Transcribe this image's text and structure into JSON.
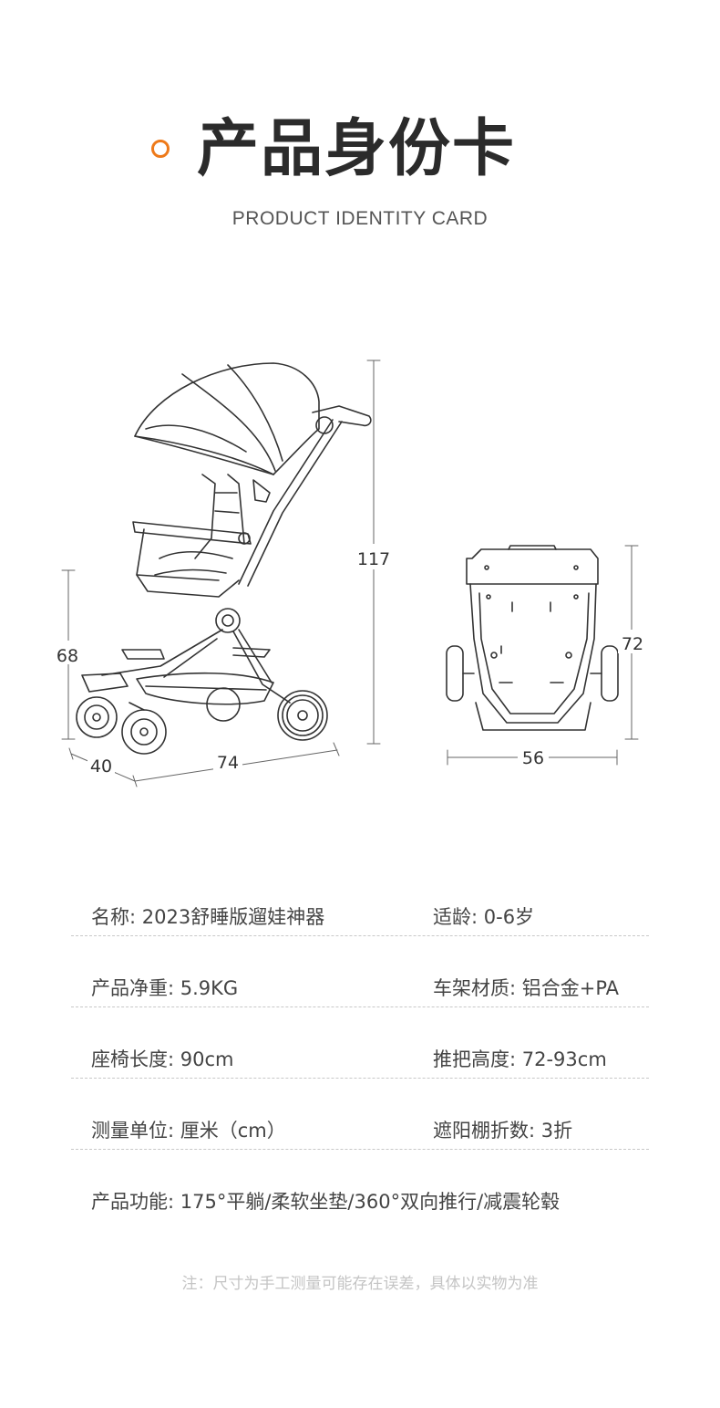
{
  "header": {
    "title": "产品身份卡",
    "subtitle": "PRODUCT IDENTITY CARD",
    "accent_color": "#ee7a1a"
  },
  "dimensions": {
    "side_height": "68",
    "total_height": "117",
    "wheel_depth": "40",
    "length": "74",
    "folded_height": "72",
    "folded_width": "56"
  },
  "specs": [
    {
      "left": "名称: 2023舒睡版遛娃神器",
      "right": "适龄: 0-6岁"
    },
    {
      "left": "产品净重: 5.9KG",
      "right": "车架材质: 铝合金+PA"
    },
    {
      "left": "座椅长度: 90cm",
      "right": "推把高度: 72-93cm"
    },
    {
      "left": "测量单位: 厘米（cm）",
      "right": "遮阳棚折数: 3折"
    },
    {
      "left": "产品功能: 175°平躺/柔软坐垫/360°双向推行/减震轮毂",
      "right": ""
    }
  ],
  "note": "注：尺寸为手工测量可能存在误差，具体以实物为准"
}
